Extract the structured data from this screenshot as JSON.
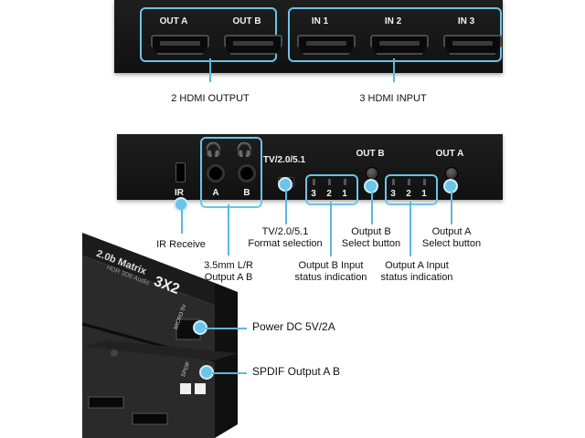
{
  "top_panel": {
    "ports": [
      "OUT A",
      "OUT B",
      "IN 1",
      "IN 2",
      "IN 3"
    ],
    "output_caption": "2 HDMI OUTPUT",
    "input_caption": "3 HDMI INPUT"
  },
  "front_panel": {
    "ir_label": "IR",
    "jack_labels": [
      "A",
      "B"
    ],
    "switch_label": "TV/2.0/5.1",
    "out_b_label": "OUT B",
    "out_a_label": "OUT A",
    "led_numbers": [
      "3",
      "2",
      "1"
    ]
  },
  "captions": {
    "ir": "IR Receive",
    "audio": [
      "3.5mm L/R",
      "Output A B"
    ],
    "format": [
      "TV/2.0/5.1",
      "Format selection"
    ],
    "out_b_button": [
      "Output B",
      "Select button"
    ],
    "out_a_button": [
      "Output A",
      "Select button"
    ],
    "out_b_status": [
      "Output B Input",
      "status indication"
    ],
    "out_a_status": [
      "Output A Input",
      "status indication"
    ],
    "power": "Power DC 5V/2A",
    "spdif": "SPDIF Output A B"
  },
  "device": {
    "brand_text": "2.0b Matrix",
    "model_text": "3X2",
    "sub_text": "HDR 3D6 Audio",
    "power_port_text": "MICRO 5V",
    "spdif_port_text": "SPDIF"
  },
  "colors": {
    "accent": "#6cc4e8",
    "panel": "#151515"
  }
}
